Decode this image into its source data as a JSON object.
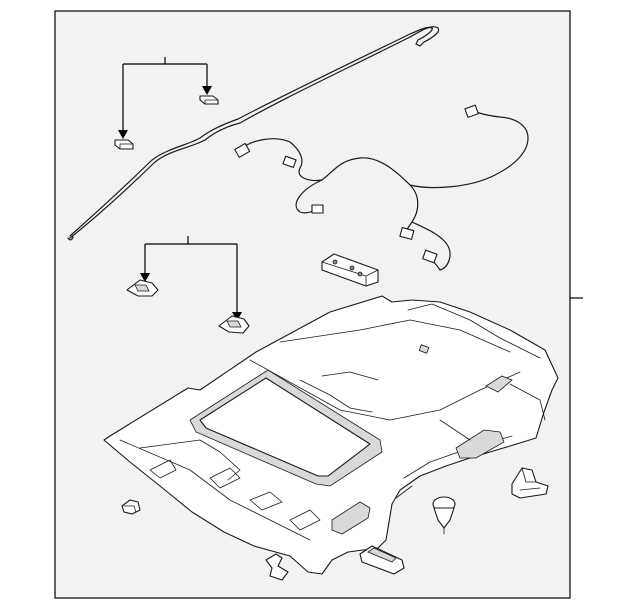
{
  "diagram": {
    "background": "#f2f2f2",
    "line_color": "#1a1a1a",
    "parts": [
      "headliner-panel",
      "sunroof-drain-tube",
      "wiring-harness",
      "mounting-bracket",
      "retainer-clip",
      "push-pin-fastener",
      "clip-bracket",
      "lamp-bezel",
      "harness-clip",
      "mounting-clip"
    ]
  }
}
